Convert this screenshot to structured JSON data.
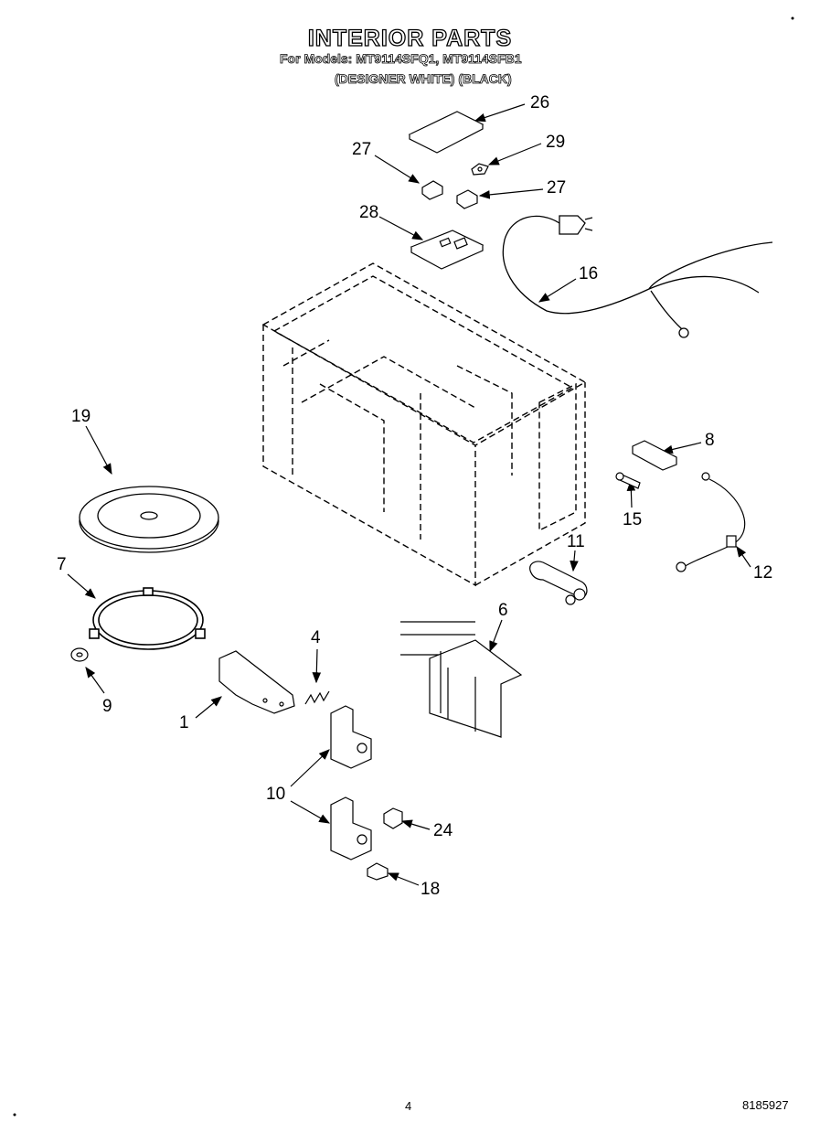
{
  "header": {
    "title": "INTERIOR PARTS",
    "models_line": "For Models: MT9114SFQ1, MT9114SFB1",
    "variant_line": "(DESIGNER WHITE) (BLACK)"
  },
  "callouts": {
    "c26": "26",
    "c29": "29",
    "c27a": "27",
    "c27b": "27",
    "c28": "28",
    "c16": "16",
    "c19": "19",
    "c8": "8",
    "c15": "15",
    "c12": "12",
    "c11": "11",
    "c7": "7",
    "c9": "9",
    "c4": "4",
    "c6": "6",
    "c1": "1",
    "c10": "10",
    "c24": "24",
    "c18": "18"
  },
  "footer": {
    "page_number": "4",
    "doc_number": "8185927"
  }
}
